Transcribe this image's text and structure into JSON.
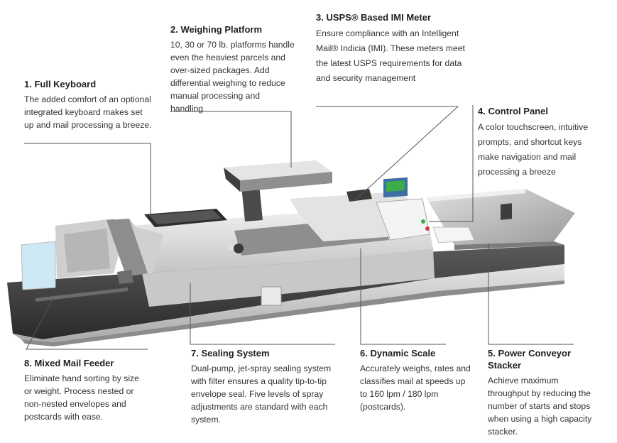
{
  "callouts": [
    {
      "id": "keyboard",
      "title": "1. Full Keyboard",
      "body": "The added comfort of an optional integrated keyboard makes set up and mail processing a breeze."
    },
    {
      "id": "weighing-platform",
      "title": "2. Weighing Platform",
      "body": "10, 30 or 70 lb. platforms handle even the heaviest parcels and over-sized packages. Add differential weighing to reduce manual processing and handling"
    },
    {
      "id": "imi-meter",
      "title": "3. USPS® Based IMI Meter",
      "body": "Ensure compliance with an Intelligent Mail® Indicia (IMI). These meters meet the latest USPS requirements for data and security management"
    },
    {
      "id": "control-panel",
      "title": "4. Control Panel",
      "body": "A color touchscreen, intuitive prompts, and shortcut keys make navigation and mail processing a breeze"
    },
    {
      "id": "power-conveyor-stacker",
      "title": "5. Power Conveyor Stacker",
      "body": "Achieve maximum throughput by reducing the number of starts and stops when using a high capacity stacker."
    },
    {
      "id": "dynamic-scale",
      "title": "6. Dynamic Scale",
      "body": "Accurately weighs, rates and classifies mail at speeds up to 160 lpm / 180 lpm (postcards)."
    },
    {
      "id": "sealing-system",
      "title": "7. Sealing System",
      "body": "Dual-pump, jet-spray sealing system with filter ensures a quality tip-to-tip envelope seal. Five levels of spray adjustments are standard with each system."
    },
    {
      "id": "mixed-mail-feeder",
      "title": "8. Mixed Mail Feeder",
      "body": "Eliminate hand sorting by size or weight. Process nested or non-nested envelopes and postcards with ease."
    }
  ],
  "colors": {
    "machine_light": "#d9d9d9",
    "machine_mid": "#b9b9b9",
    "machine_dark": "#3a3a3a",
    "leader_line": "#555555",
    "screen_green": "#3cae48",
    "feeder_tint": "#cfe8f5"
  }
}
